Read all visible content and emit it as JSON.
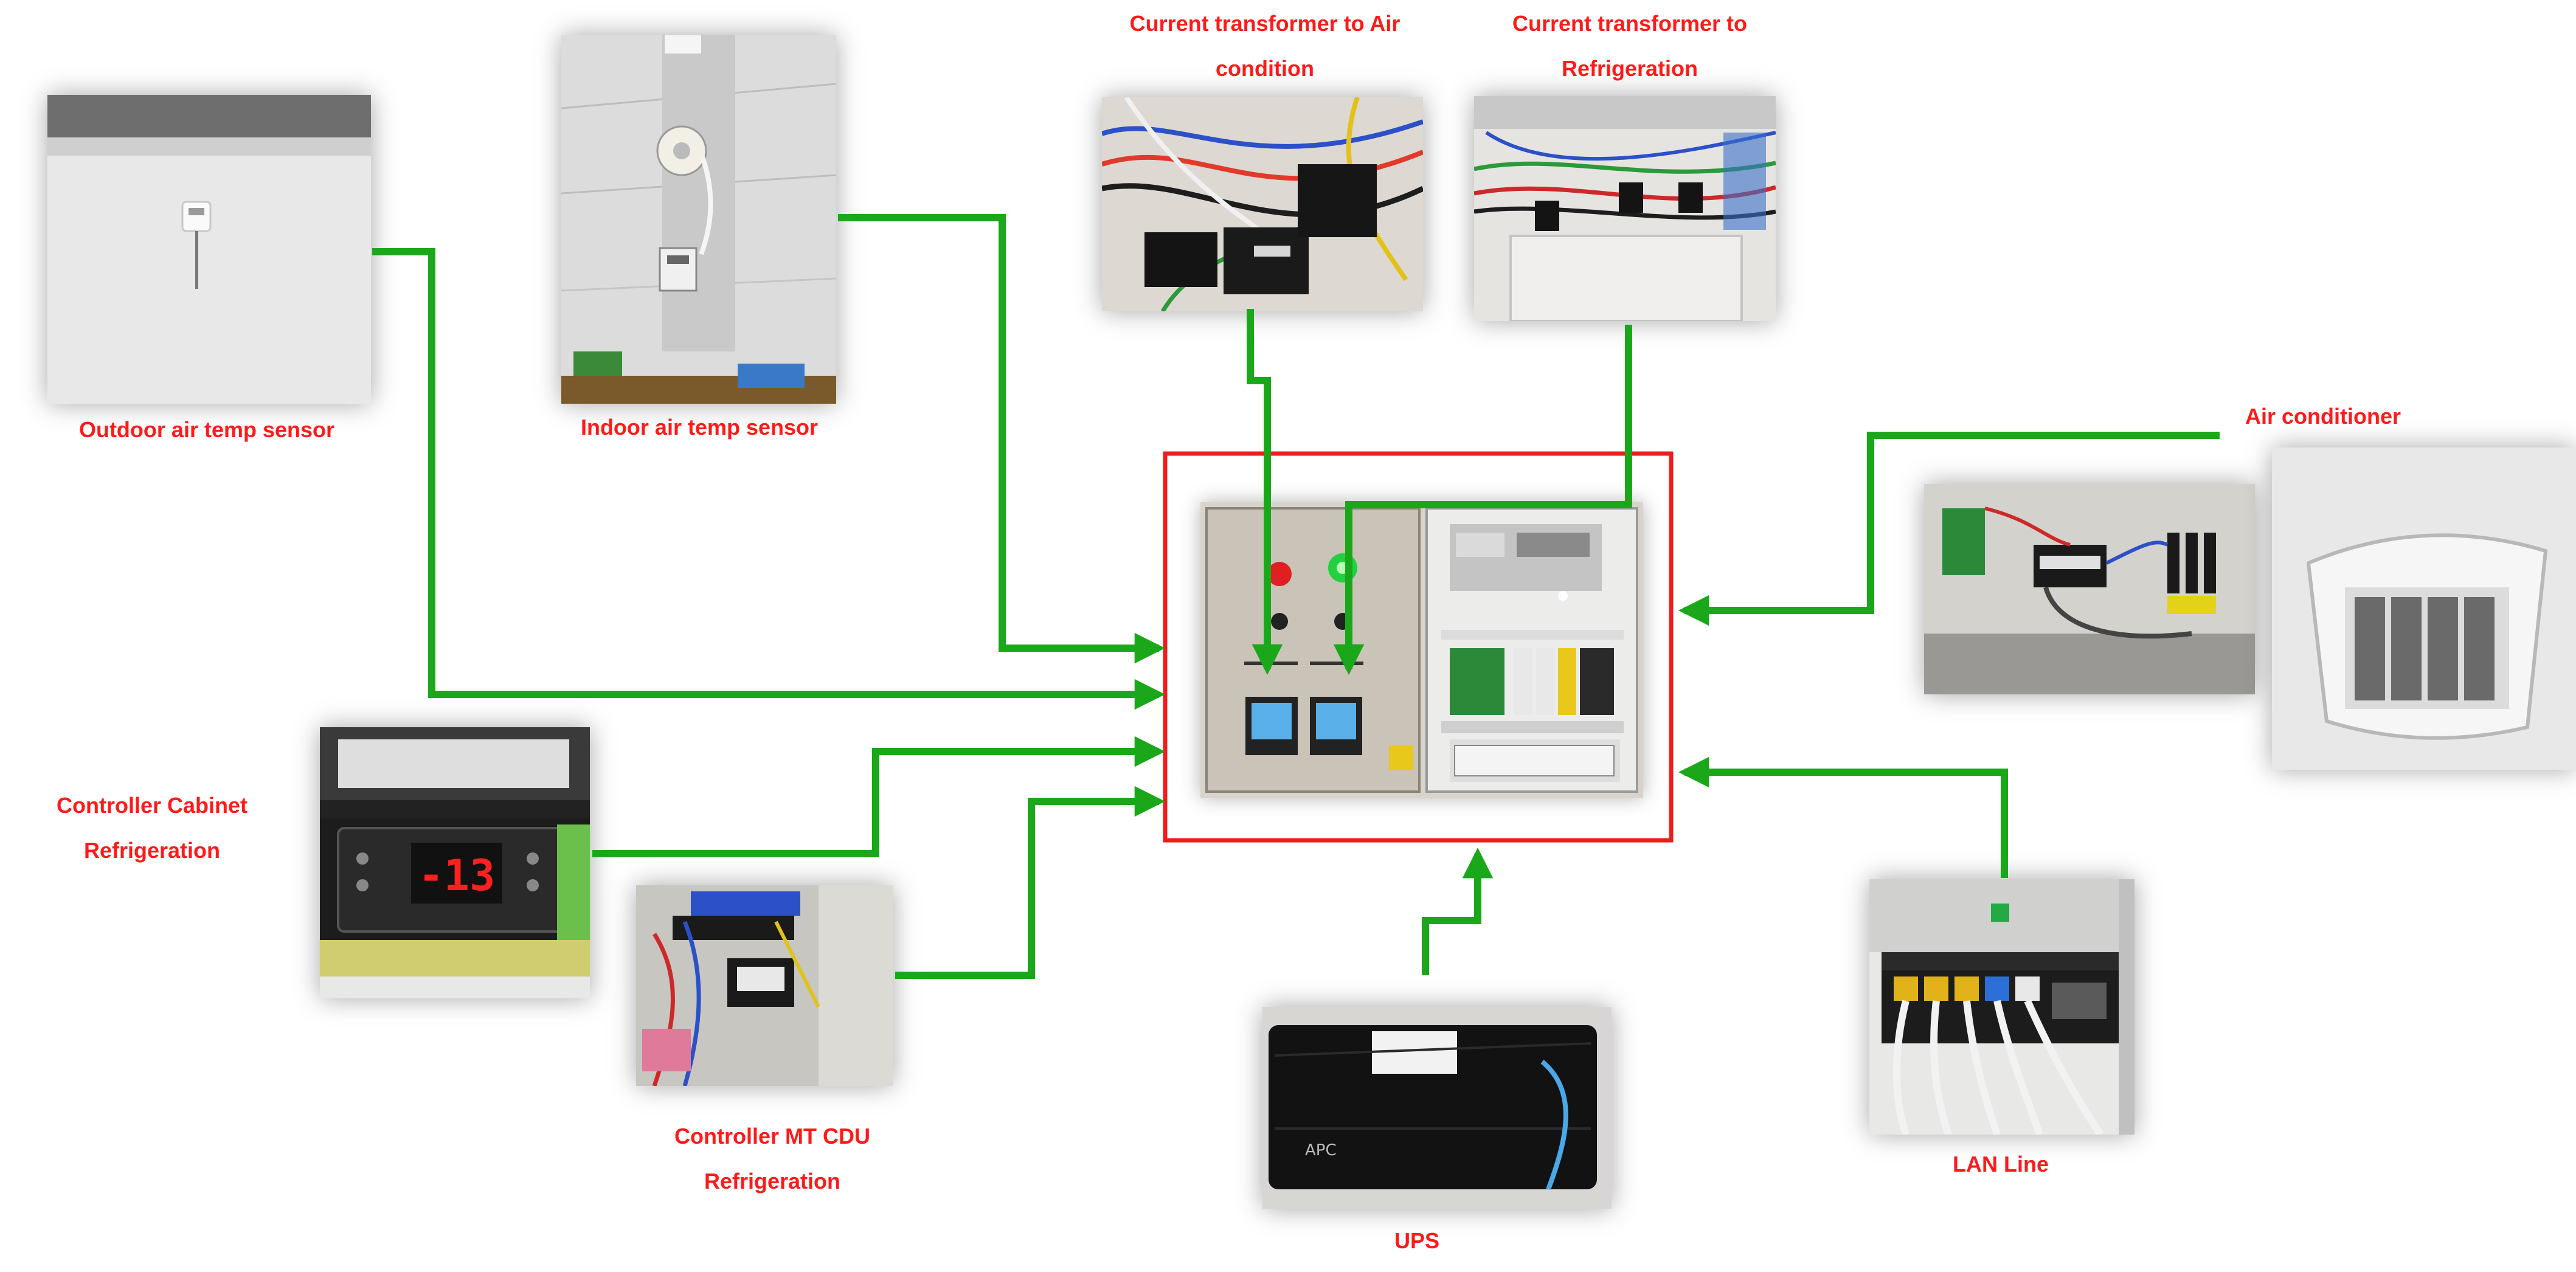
{
  "labels": {
    "outdoor_sensor": "Outdoor air temp sensor",
    "indoor_sensor": "Indoor air temp sensor",
    "ct_air_line1": "Current transformer to Air",
    "ct_air_line2": "condition",
    "ct_refrig_line1": "Current transformer to",
    "ct_refrig_line2": "Refrigeration",
    "air_conditioner": "Air conditioner",
    "controller_cabinet_line1": "Controller Cabinet",
    "controller_cabinet_line2": "Refrigeration",
    "controller_mt_line1": "Controller MT CDU",
    "controller_mt_line2": "Refrigeration",
    "ups": "UPS",
    "lan": "LAN Line"
  },
  "controller_display": "-13",
  "colors": {
    "label_text": "#ff1a1a",
    "connector": "#1aa81a",
    "central_box_border": "#ee1c1c"
  }
}
